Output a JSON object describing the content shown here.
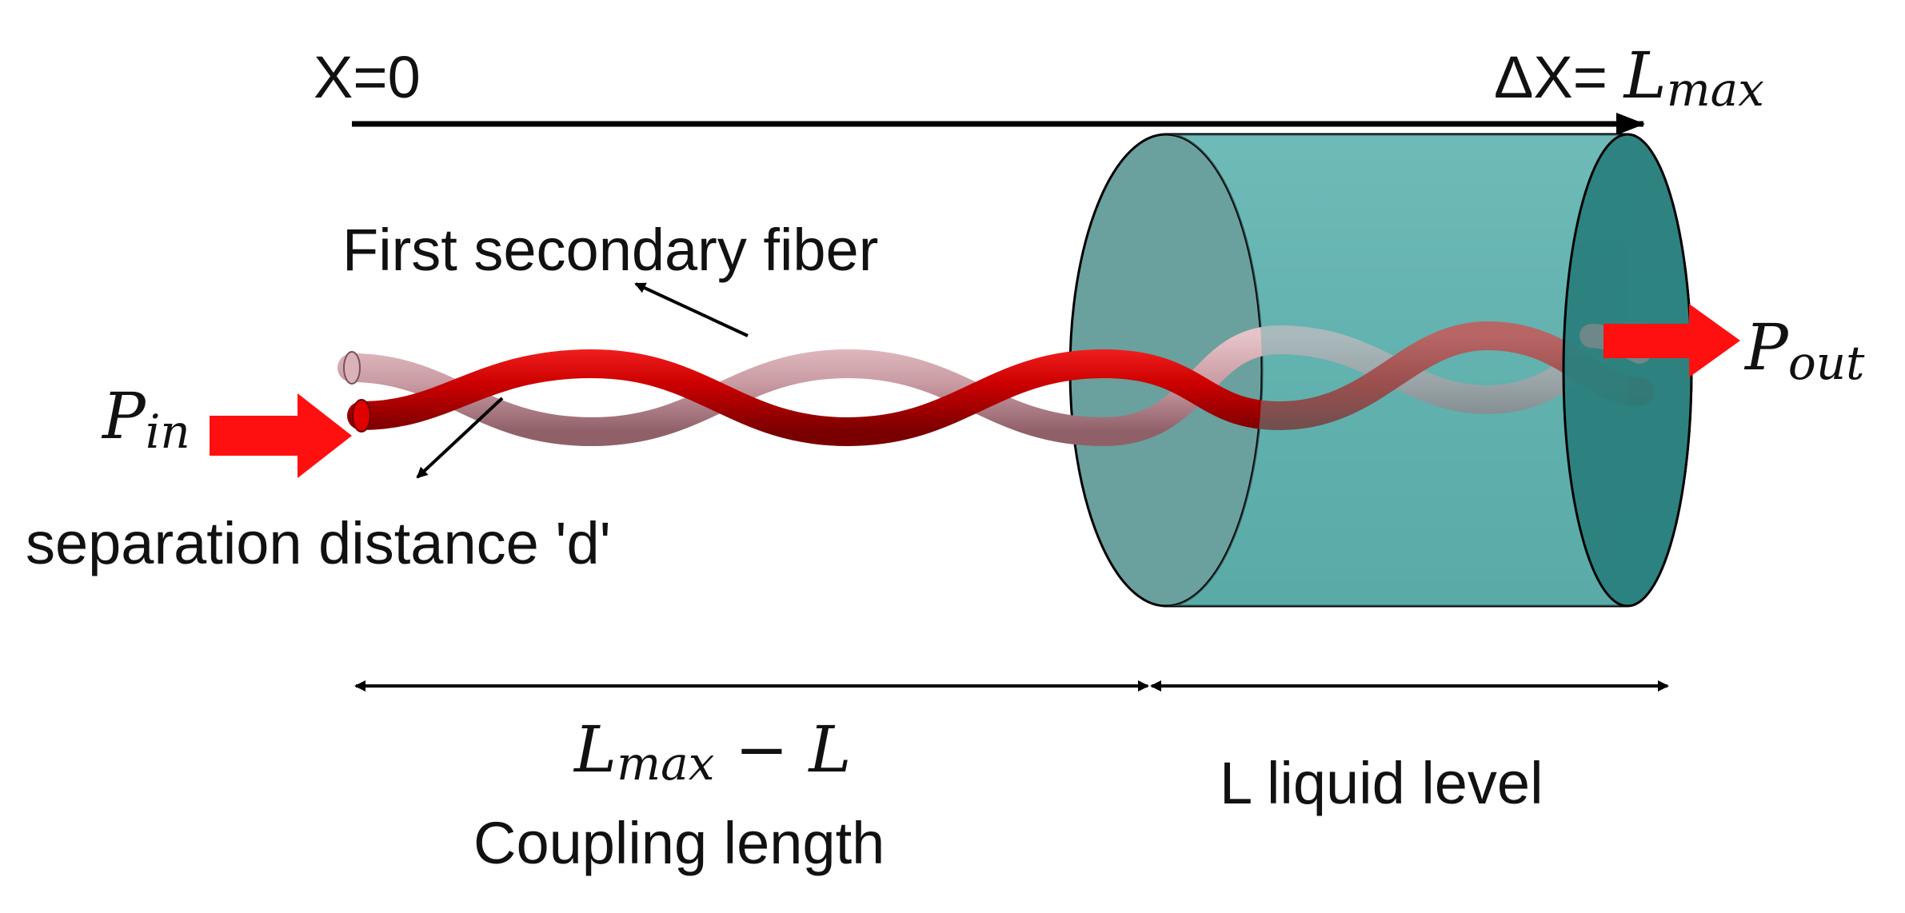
{
  "labels": {
    "x_zero": "X=0",
    "delta_x_prefix": "ΔX= ",
    "l_max": "L",
    "l_max_sub": "max",
    "first_secondary_fiber": "First secondary fiber",
    "separation_distance": "separation distance 'd'",
    "p_in": "P",
    "p_in_sub": "in",
    "p_out": "P",
    "p_out_sub": "out",
    "coupling_formula_l": "L",
    "coupling_formula_sub": "max",
    "coupling_formula_rest": " − L",
    "coupling_length": "Coupling length",
    "liquid_level": "L liquid level"
  },
  "colors": {
    "fiber_red": "#cc0000",
    "fiber_pink": "#c99aa2",
    "container_teal": "#5fb0ad",
    "container_face": "#2a7f7d",
    "arrow_red": "#ff1010"
  }
}
